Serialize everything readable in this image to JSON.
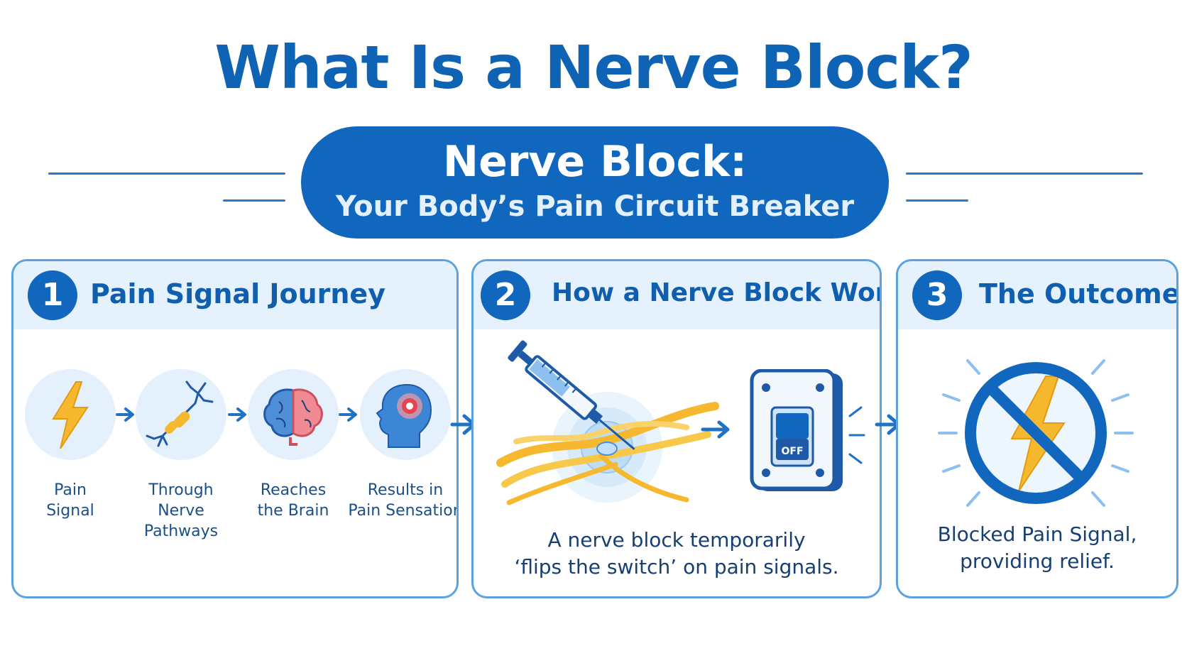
{
  "title": "What Is a Nerve Block?",
  "banner": {
    "title": "Nerve Block:",
    "subtitle": "Your Body’s Pain Circuit Breaker"
  },
  "panels": [
    {
      "number": "1",
      "title": "Pain Signal Journey",
      "steps": [
        {
          "line1": "Pain",
          "line2": "Signal",
          "icon": "lightning-icon"
        },
        {
          "line1": "Through",
          "line2": "Nerve Pathways",
          "icon": "neuron-icon"
        },
        {
          "line1": "Reaches",
          "line2": "the Brain",
          "icon": "brain-icon"
        },
        {
          "line1": "Results in",
          "line2": "Pain Sensation",
          "icon": "head-pain-icon"
        }
      ]
    },
    {
      "number": "2",
      "title": "How a Nerve Block Works",
      "switch_label": "OFF",
      "caption_line1": "A nerve block temporarily",
      "caption_line2": "‘flips the switch’ on pain signals."
    },
    {
      "number": "3",
      "title": "The Outcome",
      "caption_line1": "Blocked Pain Signal,",
      "caption_line2": "providing relief."
    }
  ],
  "colors": {
    "primary": "#1166bd",
    "light": "#e4f0fb",
    "accent": "#f5b82e",
    "pain": "#e8434f"
  }
}
